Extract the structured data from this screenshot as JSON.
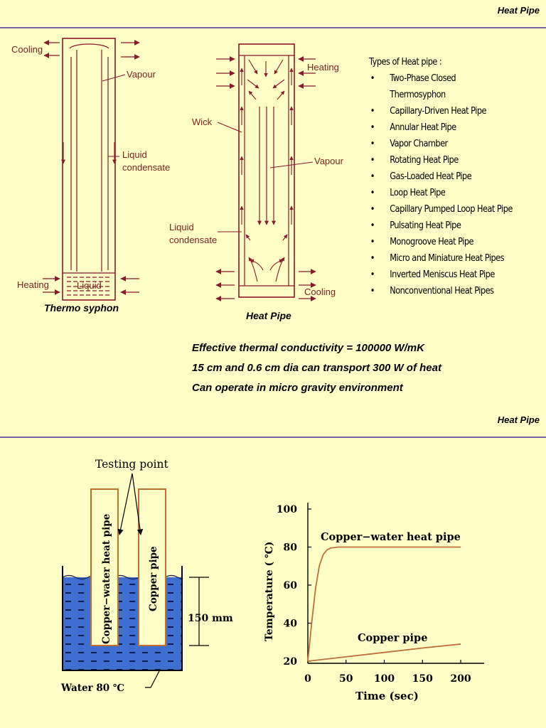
{
  "slide1": {
    "header": "Heat Pipe",
    "thermosyphon": {
      "caption": "Thermo syphon",
      "labels": {
        "cooling": "Cooling",
        "vapour": "Vapour",
        "liquid_condensate_1": "Liquid",
        "liquid_condensate_2": "condensate",
        "heating": "Heating",
        "liquid": "Liquid"
      }
    },
    "heatpipe": {
      "caption": "Heat Pipe",
      "labels": {
        "heating": "Heating",
        "wick": "Wick",
        "vapour": "Vapour",
        "liquid_condensate_1": "Liquid",
        "liquid_condensate_2": "condensate",
        "cooling": "Cooling"
      }
    },
    "types_title": "Types of Heat pipe :",
    "types": [
      "Two-Phase Closed Thermosyphon",
      "Capillary-Driven Heat Pipe",
      "Annular Heat Pipe",
      "Vapor Chamber",
      "Rotating Heat Pipe",
      "Gas-Loaded Heat Pipe",
      "Loop Heat Pipe",
      "Capillary Pumped Loop Heat Pipe",
      "Pulsating Heat Pipe",
      "Monogroove Heat Pipe",
      "Micro and Miniature Heat Pipes",
      "Inverted Meniscus Heat Pipe",
      "Nonconventional Heat Pipes"
    ],
    "statements": [
      "Effective thermal conductivity = 100000 W/mK",
      "15 cm and 0.6 cm dia can transport 300 W of heat",
      "Can operate in micro gravity environment"
    ],
    "colors": {
      "arrow": "#8b1a2a",
      "rule": "#7a63a8",
      "background": "#fefec6"
    }
  },
  "slide2": {
    "header": "Heat Pipe",
    "diagram": {
      "testing_point": "Testing point",
      "pipe1": "Copper−water heat pipe",
      "pipe2": "Copper pipe",
      "depth": "150 mm",
      "water": "Water 80 ℃"
    },
    "chart_data": {
      "type": "line",
      "xlabel": "Time (sec)",
      "ylabel": "Temperature ( ℃)",
      "xlim": [
        0,
        200
      ],
      "ylim": [
        20,
        100
      ],
      "xticks": [
        0,
        50,
        100,
        150,
        200
      ],
      "yticks": [
        20,
        40,
        60,
        80,
        100
      ],
      "series": [
        {
          "name": "Copper−water heat pipe",
          "x": [
            0,
            5,
            10,
            15,
            20,
            25,
            30,
            40,
            50,
            100,
            150,
            200
          ],
          "y": [
            20,
            40,
            58,
            70,
            76,
            78.5,
            79.5,
            80,
            80,
            80,
            80,
            80
          ]
        },
        {
          "name": "Copper pipe",
          "x": [
            0,
            50,
            100,
            150,
            200
          ],
          "y": [
            20,
            22.3,
            24.6,
            26.9,
            29
          ]
        }
      ]
    }
  }
}
